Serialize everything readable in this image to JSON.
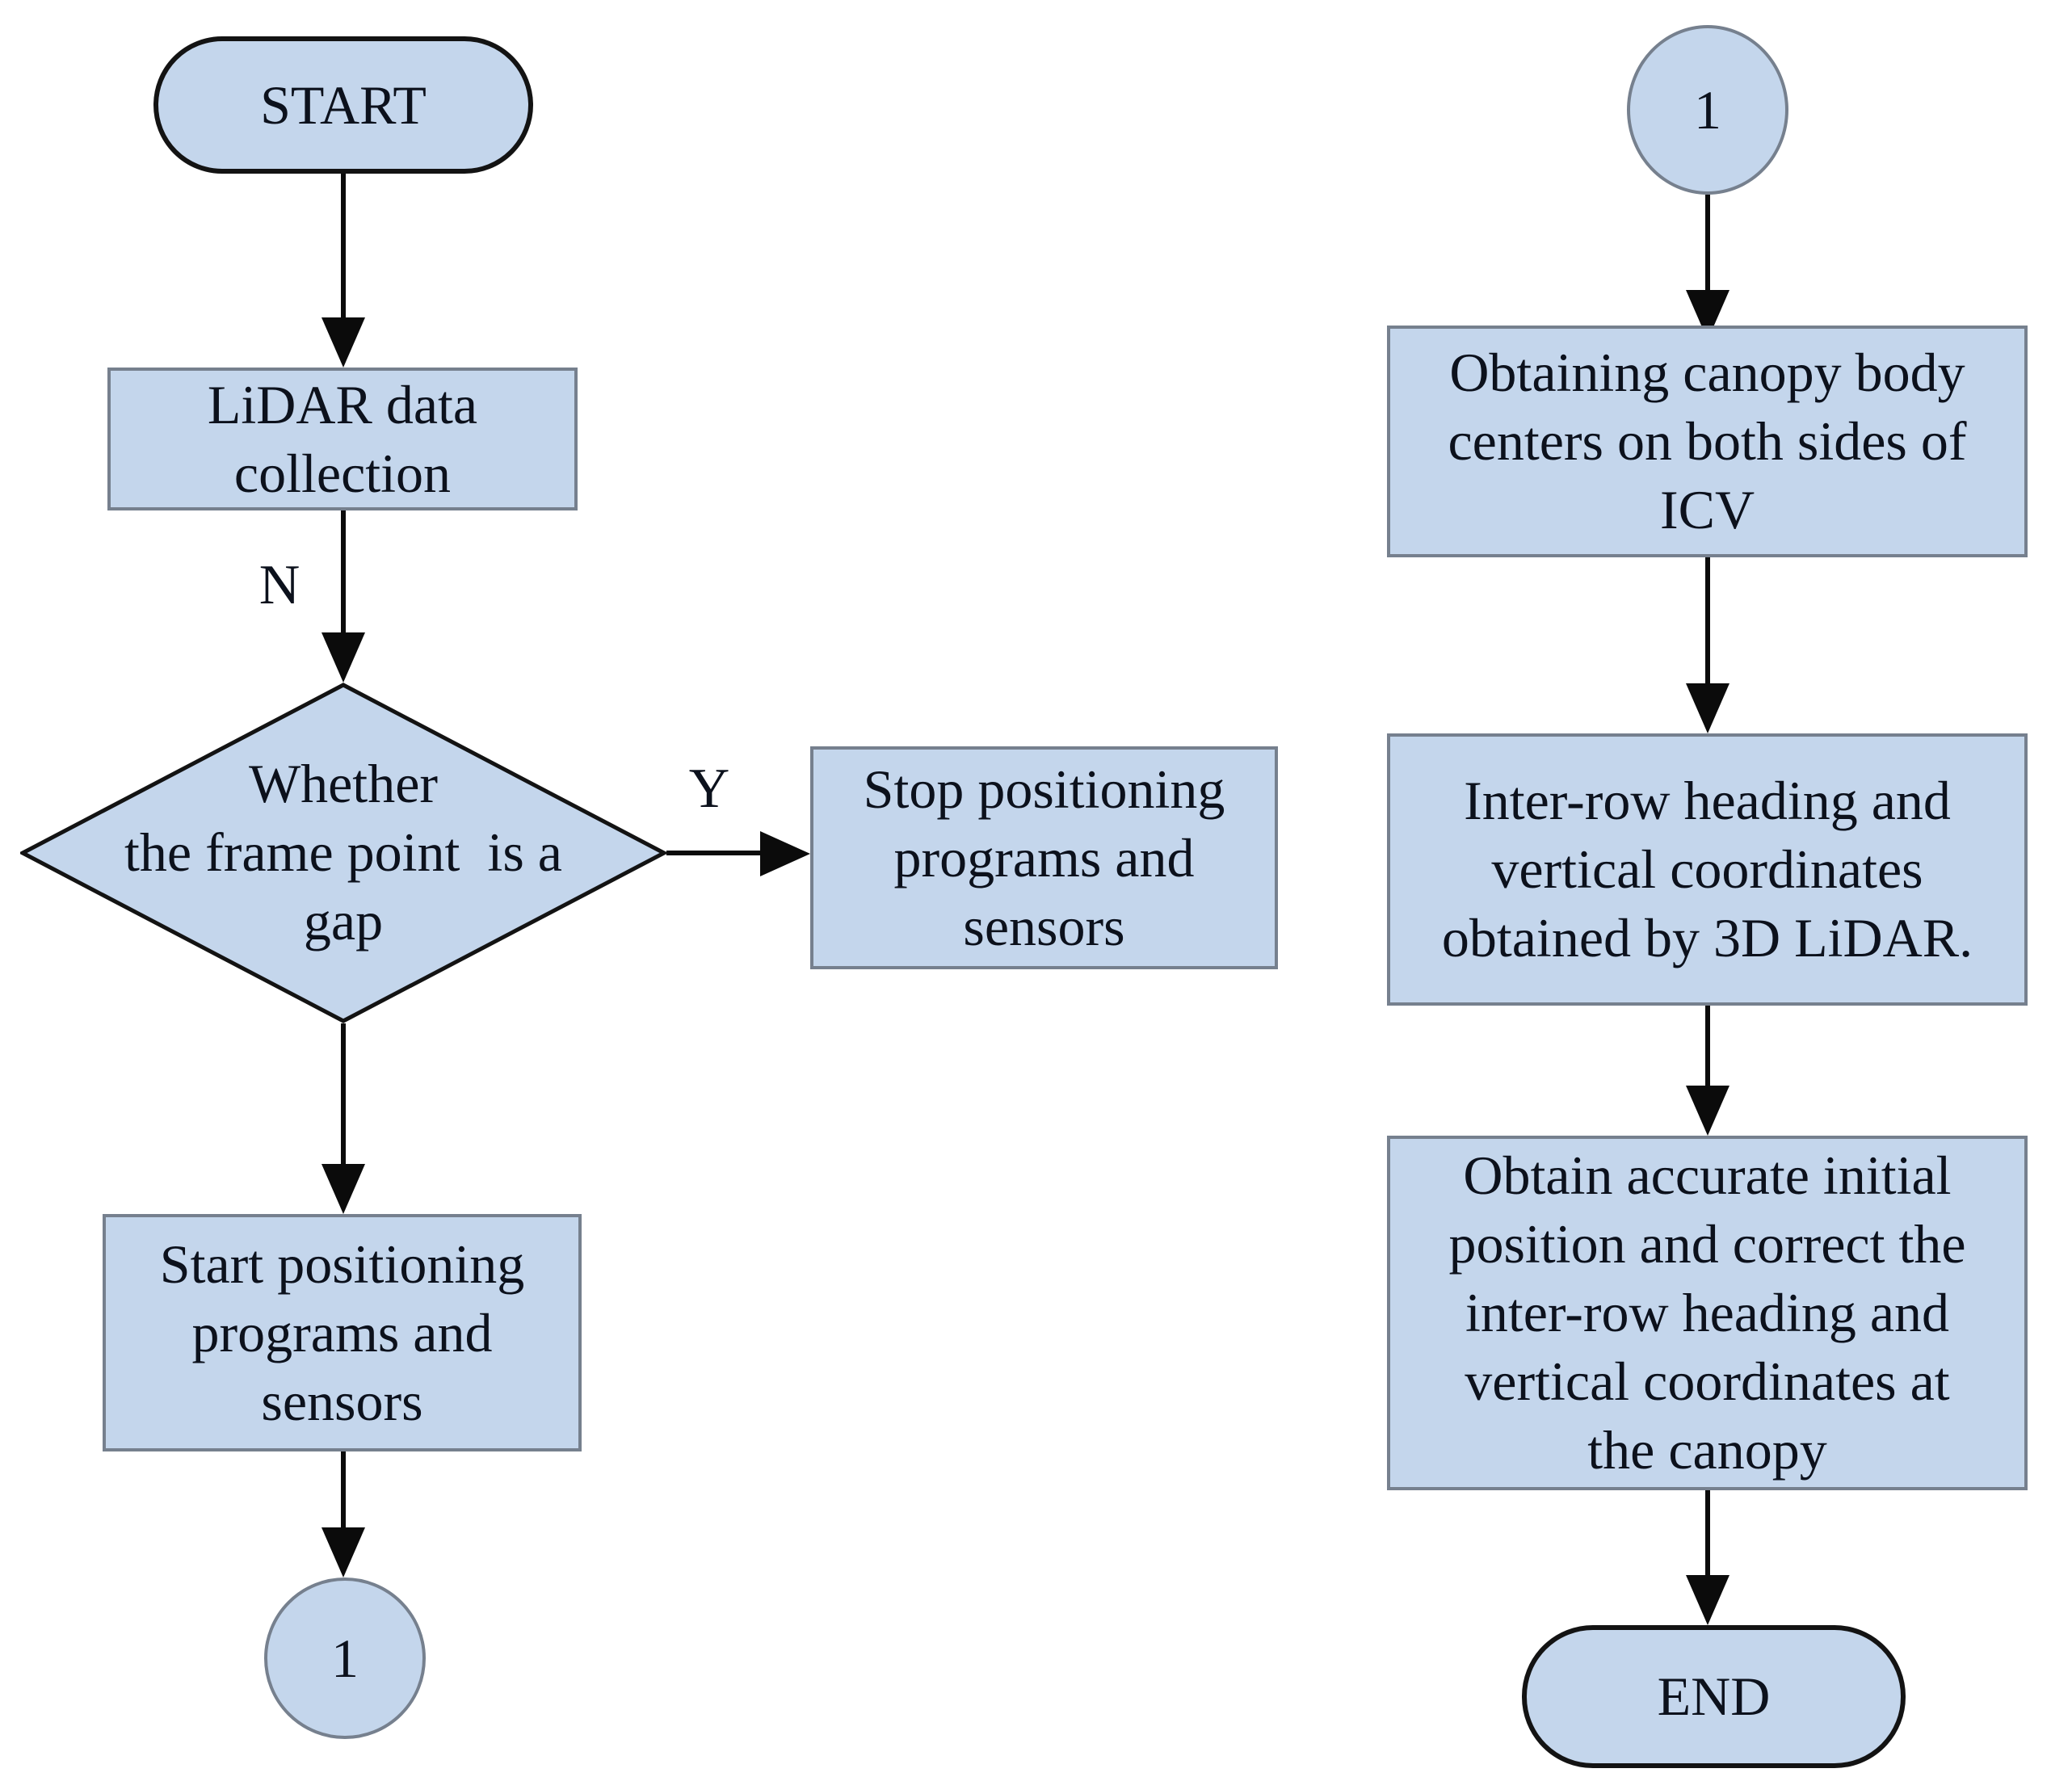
{
  "diagram": {
    "type": "flowchart",
    "colors": {
      "node_fill": "#c4d6ec",
      "process_border": "#76808e",
      "terminal_border": "#131313",
      "arrow": "#0b0b0b",
      "text": "#0c111c"
    },
    "left": {
      "start": "START",
      "lidar": "LiDAR data\ncollection",
      "no_label": "N",
      "decision": "Whether\nthe frame point  is a\ngap",
      "yes_label": "Y",
      "stop": "Stop positioning\nprograms and\nsensors",
      "start_positioning": "Start positioning\nprograms and\nsensors",
      "connector": "1"
    },
    "right": {
      "connector": "1",
      "canopy_centers": "Obtaining canopy body\ncenters on both sides of\nICV",
      "inter_row": "Inter-row heading and\nvertical coordinates\nobtained by 3D LiDAR.",
      "obtain_accurate": "Obtain accurate initial\nposition and correct the\ninter-row heading and\nvertical coordinates at\nthe canopy",
      "end": "END"
    }
  }
}
